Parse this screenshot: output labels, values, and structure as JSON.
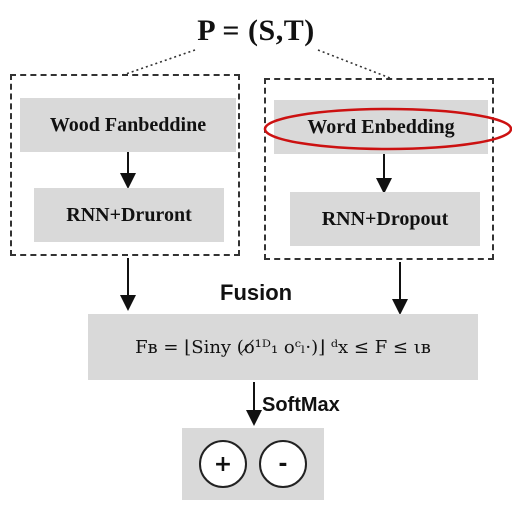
{
  "title": "P = (S,T)",
  "left_branch": {
    "embedding_label": "Wood Fanbeddine",
    "rnn_label": "RNN+Druront"
  },
  "right_branch": {
    "embedding_label": "Word Enbedding",
    "rnn_label": "RNN+Dropout"
  },
  "fusion": {
    "label": "Fusion",
    "formula": "Fʙ = ⌊Siny (o̸¹ᴰ₁ oᶜₗ·)⌋ ᵈx ≤ F ≤ ιʙ"
  },
  "softmax_label": "SoftMax",
  "outputs": [
    "+",
    "-"
  ],
  "highlight_color": "#cc1111"
}
